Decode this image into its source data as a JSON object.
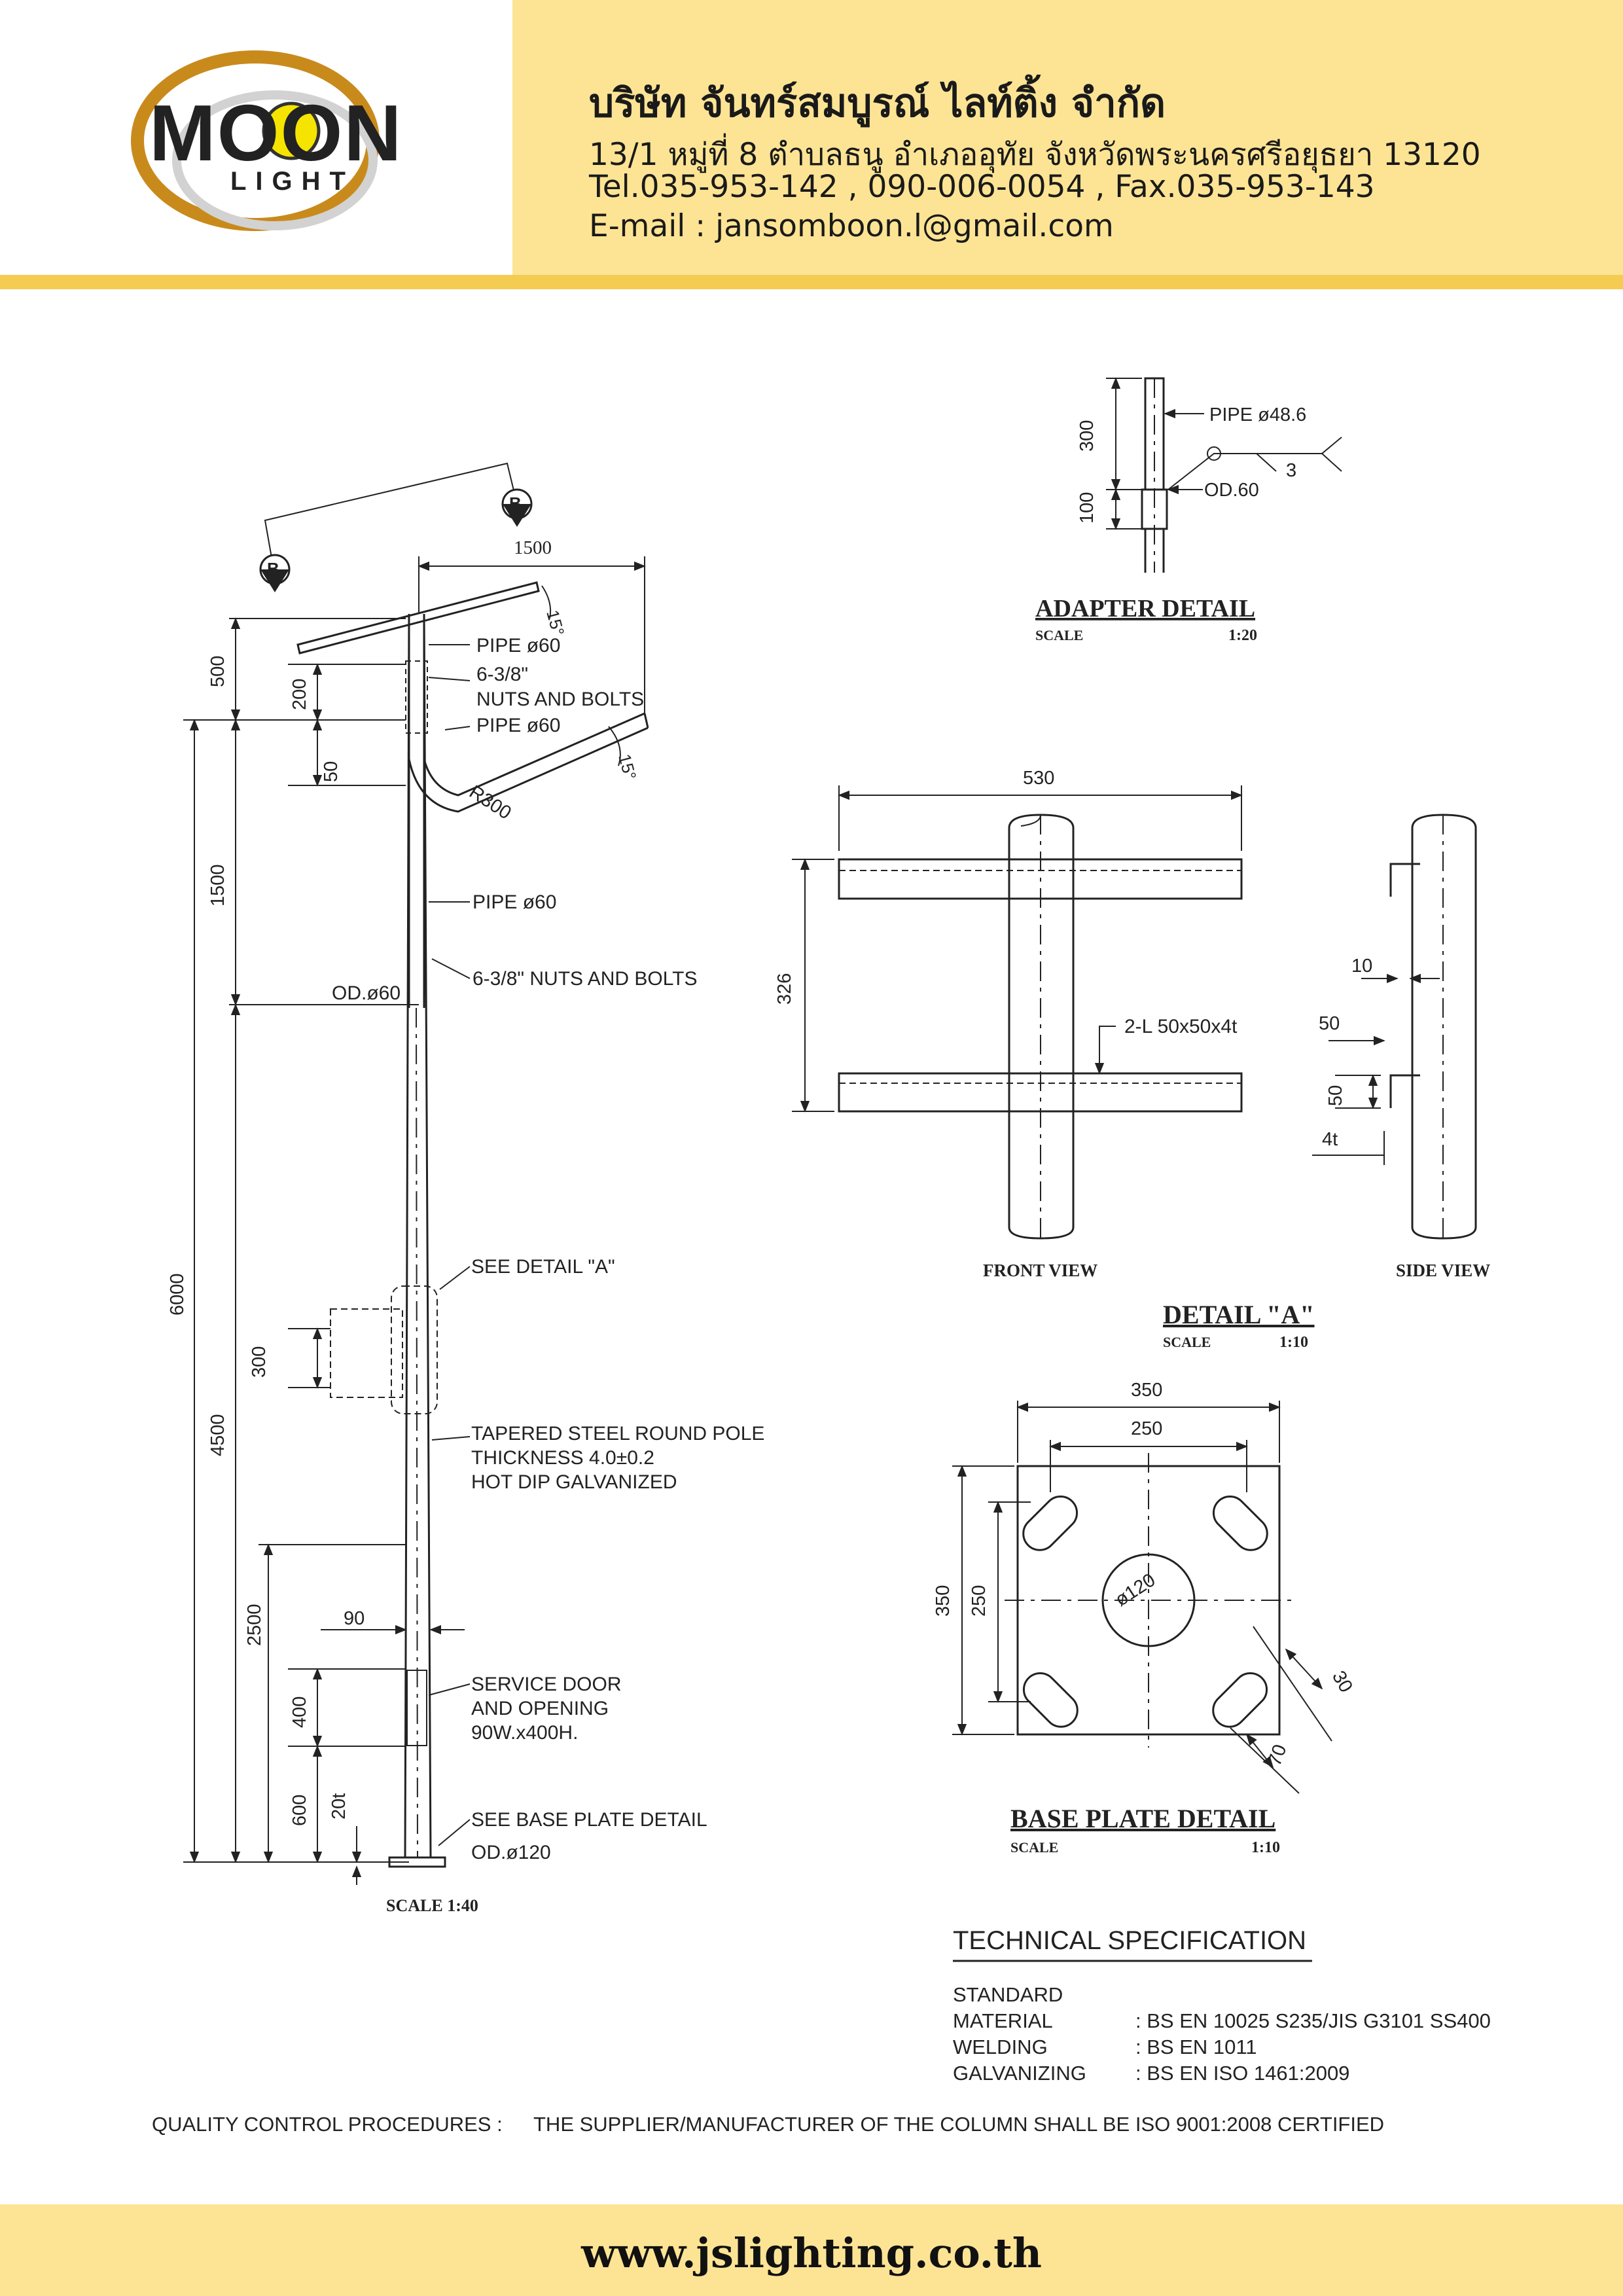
{
  "header": {
    "logo_text": "MOON",
    "logo_sub": "LIGHT",
    "company_name": "บริษัท จันทร์สมบูรณ์ ไลท์ติ้ง จำกัด",
    "address": "13/1 หมู่ที่ 8 ตำบลธนู อำเภออุทัย จังหวัดพระนครศรีอยุธยา 13120",
    "tel": "Tel.035-953-142 , 090-006-0054 , Fax.035-953-143",
    "email": "E-mail : jansomboon.l@gmail.com"
  },
  "main_view": {
    "section_mark": "B",
    "dims": {
      "arm_width": "1500",
      "d500": "500",
      "d200": "200",
      "d50": "50",
      "d1500": "1500",
      "d6000": "6000",
      "d300": "300",
      "d4500": "4500",
      "d2500": "2500",
      "d90": "90",
      "d400": "400",
      "d600": "600",
      "d20t": "20t",
      "angle_top": "15°",
      "angle_mid": "15°"
    },
    "labels": {
      "pipe_top": "PIPE ø60",
      "bolts_a": "6-3/8\"",
      "bolts_b": "NUTS AND BOLTS",
      "pipe_arm": "PIPE ø60",
      "r300": "R300",
      "pipe_mid": "PIPE ø60",
      "bolts_mid": "6-3/8\" NUTS AND BOLTS",
      "od60": "OD.ø60",
      "see_a": "SEE DETAIL \"A\"",
      "pole_1": "TAPERED STEEL ROUND POLE",
      "pole_2": "THICKNESS 4.0±0.2",
      "pole_3": "HOT DIP GALVANIZED",
      "door_1": "SERVICE DOOR",
      "door_2": "AND OPENING",
      "door_3": "90W.x400H.",
      "see_base": "SEE BASE PLATE DETAIL",
      "od120": "OD.ø120"
    },
    "scale": "SCALE   1:40"
  },
  "adapter_detail": {
    "title": "ADAPTER DETAIL",
    "scale_label": "SCALE",
    "scale_value": "1:20",
    "pipe": "PIPE ø48.6",
    "od": "OD.60",
    "weld": "3",
    "d300": "300",
    "d100": "100"
  },
  "detail_a": {
    "title": "DETAIL \"A\"",
    "scale_label": "SCALE",
    "scale_value": "1:10",
    "width": "530",
    "height": "326",
    "angle_label": "2-L  50x50x4t",
    "front_view": "FRONT VIEW",
    "side_view": "SIDE VIEW",
    "side_dims": {
      "d10": "10",
      "d50a": "50",
      "d50b": "50",
      "d4t": "4t"
    }
  },
  "base_plate": {
    "title": "BASE PLATE DETAIL",
    "scale_label": "SCALE",
    "scale_value": "1:10",
    "outer_w": "350",
    "inner_w": "250",
    "outer_h": "350",
    "inner_h": "250",
    "hole": "ø120",
    "slot_w": "30",
    "slot_l": "70"
  },
  "tech_spec": {
    "title": "TECHNICAL SPECIFICATION",
    "rows": [
      {
        "label": "STANDARD",
        "value": ""
      },
      {
        "label": "MATERIAL",
        "value": ": BS EN 10025 S235/JIS G3101 SS400"
      },
      {
        "label": "WELDING",
        "value": ": BS EN 1011"
      },
      {
        "label": "GALVANIZING",
        "value": ": BS EN ISO 1461:2009"
      }
    ]
  },
  "quality": {
    "label": "QUALITY CONTROL PROCEDURES :",
    "text": "THE SUPPLIER/MANUFACTURER OF THE COLUMN SHALL BE ISO 9001:2008 CERTIFIED"
  },
  "footer": {
    "url": "www.jslighting.co.th"
  },
  "colors": {
    "header_band": "#fde494",
    "header_stripe": "#f5cc52",
    "logo_gold": "#c98a1c",
    "logo_yellow": "#f5e400"
  }
}
